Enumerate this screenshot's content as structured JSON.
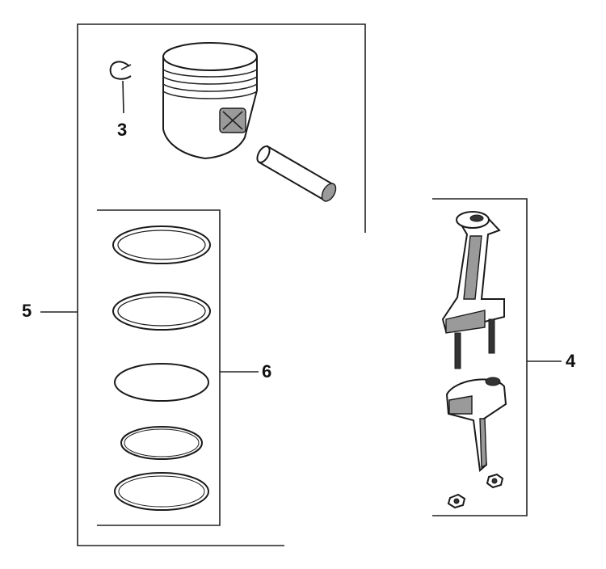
{
  "callouts": {
    "retaining_clip": "3",
    "connecting_rod": "4",
    "piston_assembly": "5",
    "piston_rings": "6"
  },
  "colors": {
    "line": "#222222",
    "shade": "#9a9a9a",
    "background": "#ffffff"
  }
}
